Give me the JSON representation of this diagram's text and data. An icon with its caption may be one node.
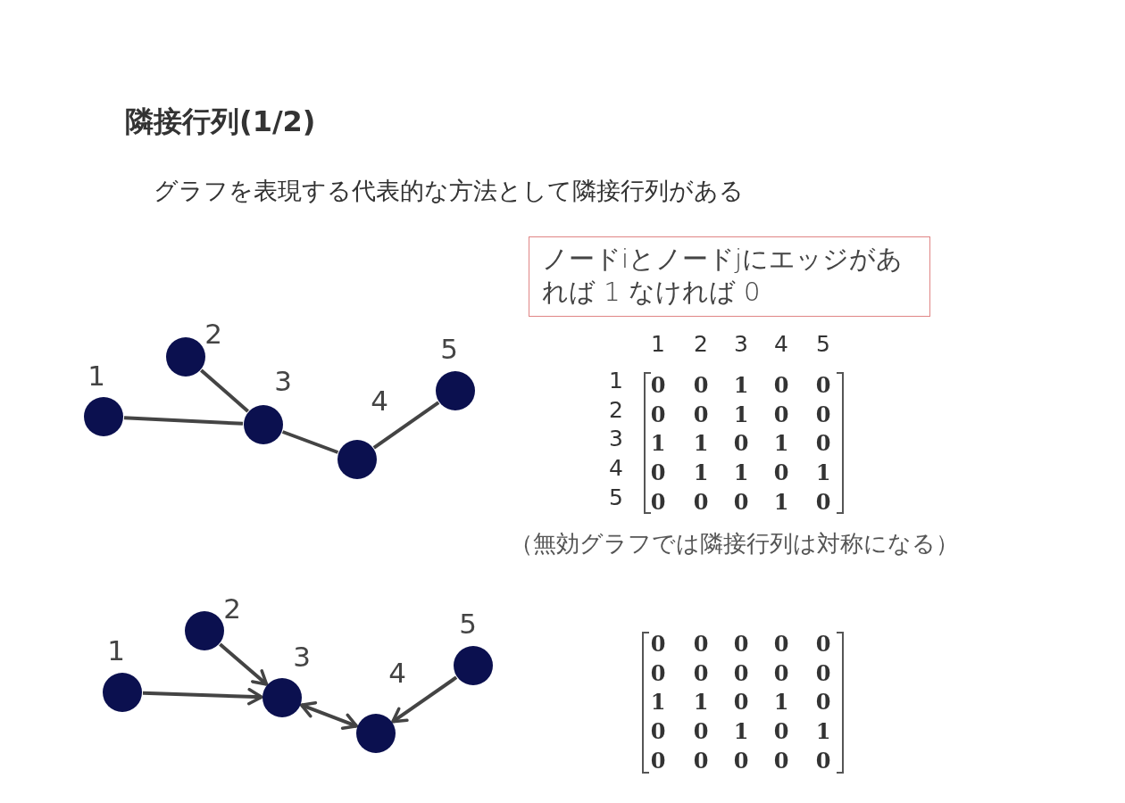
{
  "diagram": {
    "title": "隣接行列(1/2)",
    "nodes": [
      {
        "text": [],
        "shape": "circle",
        "beside": [
          "1"
        ]
      },
      {
        "text": [],
        "shape": "circle",
        "beside": [
          "2"
        ]
      },
      {
        "text": [],
        "shape": "circle",
        "beside": [
          "3"
        ]
      },
      {
        "text": [],
        "shape": "circle",
        "beside": [
          "4"
        ]
      },
      {
        "text": [],
        "shape": "circle",
        "beside": [
          "5"
        ]
      },
      {
        "text": [],
        "shape": "circle",
        "beside": [
          "1"
        ]
      },
      {
        "text": [],
        "shape": "circle",
        "beside": [
          "2"
        ]
      },
      {
        "text": [],
        "shape": "circle",
        "beside": [
          "3"
        ]
      },
      {
        "text": [],
        "shape": "circle",
        "beside": [
          "4"
        ]
      },
      {
        "text": [],
        "shape": "circle",
        "beside": [
          "5"
        ]
      },
      {
        "text": [
          "ノードiとノードjにエッジがあれば 1 なければ 0"
        ]
      }
    ],
    "edges": [
      {
        "from": 0,
        "to": 2,
        "arrow": "none"
      },
      {
        "from": 1,
        "to": 2,
        "arrow": "none"
      },
      {
        "from": 2,
        "to": 3,
        "arrow": "none"
      },
      {
        "from": 3,
        "to": 4,
        "arrow": "none"
      },
      {
        "from": 5,
        "to": 7,
        "arrow": "to"
      },
      {
        "from": 6,
        "to": 7,
        "arrow": "to"
      },
      {
        "from": 7,
        "to": 8,
        "arrow": "both"
      },
      {
        "from": 9,
        "to": 8,
        "arrow": "to"
      }
    ],
    "labels": [
      "グラフを表現する代表的な方法として隣接行列がある",
      "1",
      "2",
      "3",
      "4",
      "5",
      "1",
      "0",
      "0",
      "1",
      "0",
      "0",
      "2",
      "0",
      "0",
      "1",
      "0",
      "0",
      "3",
      "1",
      "1",
      "0",
      "1",
      "0",
      "4",
      "0",
      "1",
      "1",
      "0",
      "1",
      "5",
      "0",
      "0",
      "0",
      "1",
      "0",
      "（無効グラフでは隣接行列は対称になる）",
      "0",
      "0",
      "0",
      "0",
      "0",
      "0",
      "0",
      "0",
      "0",
      "0",
      "1",
      "1",
      "0",
      "1",
      "0",
      "0",
      "0",
      "1",
      "0",
      "1",
      "0",
      "0",
      "0",
      "0",
      "0"
    ]
  }
}
